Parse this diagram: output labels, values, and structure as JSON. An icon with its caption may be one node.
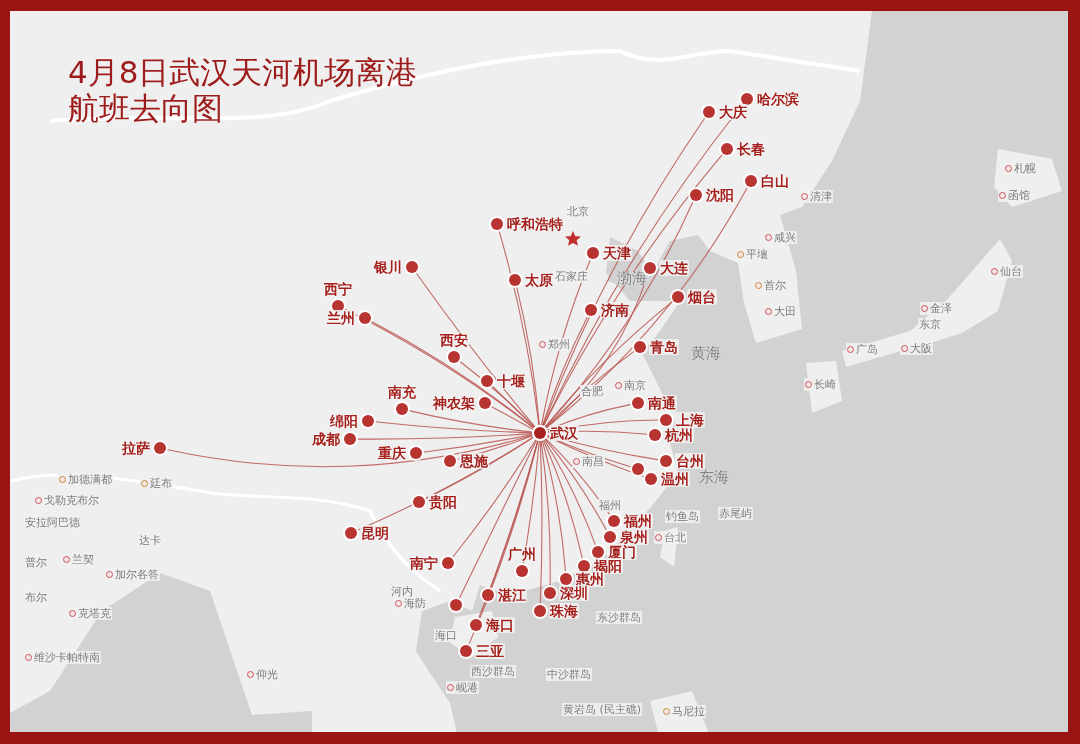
{
  "diagram": {
    "title": "4月8日武汉天河机场离港航班去向图",
    "nodes": [
      {
        "text": [
          "哈尔滨"
        ]
      },
      {
        "text": [
          "大庆"
        ]
      },
      {
        "text": [
          "长春"
        ]
      },
      {
        "text": [
          "白山"
        ]
      },
      {
        "text": [
          "沈阳"
        ]
      },
      {
        "text": [
          "呼和浩特"
        ]
      },
      {
        "text": [
          "天津"
        ]
      },
      {
        "text": [
          "银川"
        ]
      },
      {
        "text": [
          "大连"
        ]
      },
      {
        "text": [
          "太原"
        ]
      },
      {
        "text": [
          "烟台"
        ]
      },
      {
        "text": [
          "西宁"
        ]
      },
      {
        "text": [
          "兰州"
        ]
      },
      {
        "text": [
          "济南"
        ]
      },
      {
        "text": [
          "青岛"
        ]
      },
      {
        "text": [
          "西安"
        ]
      },
      {
        "text": [
          "十堰"
        ]
      },
      {
        "text": [
          "南通"
        ]
      },
      {
        "text": [
          "神农架"
        ]
      },
      {
        "text": [
          "上海"
        ]
      },
      {
        "text": [
          "绵阳"
        ]
      },
      {
        "text": [
          "南充"
        ]
      },
      {
        "text": [
          "武汉"
        ]
      },
      {
        "text": [
          "杭州"
        ]
      },
      {
        "text": [
          "成都"
        ]
      },
      {
        "text": [
          "拉萨"
        ]
      },
      {
        "text": [
          "重庆"
        ]
      },
      {
        "text": [
          "恩施"
        ]
      },
      {
        "text": [
          "台州"
        ]
      },
      {
        "text": [],
        "shape": "circle"
      },
      {
        "text": [
          "温州"
        ]
      },
      {
        "text": [
          "贵阳"
        ]
      },
      {
        "text": [
          "福州"
        ]
      },
      {
        "text": [
          "昆明"
        ]
      },
      {
        "text": [
          "泉州"
        ]
      },
      {
        "text": [
          "厦门"
        ]
      },
      {
        "text": [
          "南宁"
        ]
      },
      {
        "text": [
          "揭阳"
        ]
      },
      {
        "text": [
          "广州"
        ]
      },
      {
        "text": [
          "惠州"
        ]
      },
      {
        "text": [
          "深圳"
        ]
      },
      {
        "text": [
          "湛江"
        ]
      },
      {
        "text": [],
        "shape": "circle"
      },
      {
        "text": [
          "珠海"
        ]
      },
      {
        "text": [
          "海口"
        ]
      },
      {
        "text": [
          "三亚"
        ]
      }
    ],
    "edges": [
      {
        "from": 22,
        "to": 0,
        "arrow": "none"
      },
      {
        "from": 22,
        "to": 1,
        "arrow": "none"
      },
      {
        "from": 22,
        "to": 2,
        "arrow": "none"
      },
      {
        "from": 22,
        "to": 3,
        "arrow": "none"
      },
      {
        "from": 22,
        "to": 4,
        "arrow": "none"
      },
      {
        "from": 22,
        "to": 5,
        "arrow": "none"
      },
      {
        "from": 22,
        "to": 6,
        "arrow": "none"
      },
      {
        "from": 22,
        "to": 7,
        "arrow": "none"
      },
      {
        "from": 22,
        "to": 8,
        "arrow": "none"
      },
      {
        "from": 22,
        "to": 9,
        "arrow": "none"
      },
      {
        "from": 22,
        "to": 10,
        "arrow": "none"
      },
      {
        "from": 22,
        "to": 11,
        "arrow": "none"
      },
      {
        "from": 22,
        "to": 12,
        "arrow": "none"
      },
      {
        "from": 22,
        "to": 13,
        "arrow": "none"
      },
      {
        "from": 22,
        "to": 14,
        "arrow": "none"
      },
      {
        "from": 22,
        "to": 15,
        "arrow": "none"
      },
      {
        "from": 22,
        "to": 16,
        "arrow": "none"
      },
      {
        "from": 22,
        "to": 17,
        "arrow": "none"
      },
      {
        "from": 22,
        "to": 18,
        "arrow": "none"
      },
      {
        "from": 22,
        "to": 19,
        "arrow": "none"
      },
      {
        "from": 22,
        "to": 20,
        "arrow": "none"
      },
      {
        "from": 22,
        "to": 21,
        "arrow": "none"
      },
      {
        "from": 22,
        "to": 23,
        "arrow": "none"
      },
      {
        "from": 22,
        "to": 24,
        "arrow": "none"
      },
      {
        "from": 22,
        "to": 25,
        "arrow": "none"
      },
      {
        "from": 22,
        "to": 26,
        "arrow": "none"
      },
      {
        "from": 22,
        "to": 27,
        "arrow": "none"
      },
      {
        "from": 22,
        "to": 28,
        "arrow": "none"
      },
      {
        "from": 22,
        "to": 29,
        "arrow": "none"
      },
      {
        "from": 22,
        "to": 30,
        "arrow": "none"
      },
      {
        "from": 22,
        "to": 31,
        "arrow": "none"
      },
      {
        "from": 22,
        "to": 32,
        "arrow": "none"
      },
      {
        "from": 22,
        "to": 33,
        "arrow": "none"
      },
      {
        "from": 22,
        "to": 34,
        "arrow": "none"
      },
      {
        "from": 22,
        "to": 35,
        "arrow": "none"
      },
      {
        "from": 22,
        "to": 36,
        "arrow": "none"
      },
      {
        "from": 22,
        "to": 37,
        "arrow": "none"
      },
      {
        "from": 22,
        "to": 38,
        "arrow": "none"
      },
      {
        "from": 22,
        "to": 39,
        "arrow": "none"
      },
      {
        "from": 22,
        "to": 40,
        "arrow": "none"
      },
      {
        "from": 22,
        "to": 41,
        "arrow": "none"
      },
      {
        "from": 22,
        "to": 42,
        "arrow": "none"
      },
      {
        "from": 22,
        "to": 43,
        "arrow": "none"
      },
      {
        "from": 22,
        "to": 44,
        "arrow": "none"
      },
      {
        "from": 22,
        "to": 45,
        "arrow": "none"
      }
    ],
    "labels": [
      "札幌",
      "北京",
      "清津",
      "函馆",
      "咸兴",
      "平壤",
      "渤海",
      "石家庄",
      "仙台",
      "首尔",
      "大田",
      "金泽",
      "东京",
      "黄海",
      "郑州",
      "广岛",
      "大阪",
      "长崎",
      "合肥",
      "南京",
      "南昌",
      "东海",
      "加德满都",
      "廷布",
      "戈勒克布尔",
      "安拉阿巴德",
      "福州",
      "钓鱼岛",
      "赤尾屿",
      "台北",
      "达卡",
      "普尔",
      "兰契",
      "加尔各答",
      "河内",
      "东沙群岛",
      "布尔",
      "海防",
      "克塔克",
      "海口",
      "维沙卡帕特南",
      "西沙群岛",
      "中沙群岛",
      "仰光",
      "岘港",
      "黄岩岛 (民主礁)",
      "马尼拉"
    ]
  }
}
